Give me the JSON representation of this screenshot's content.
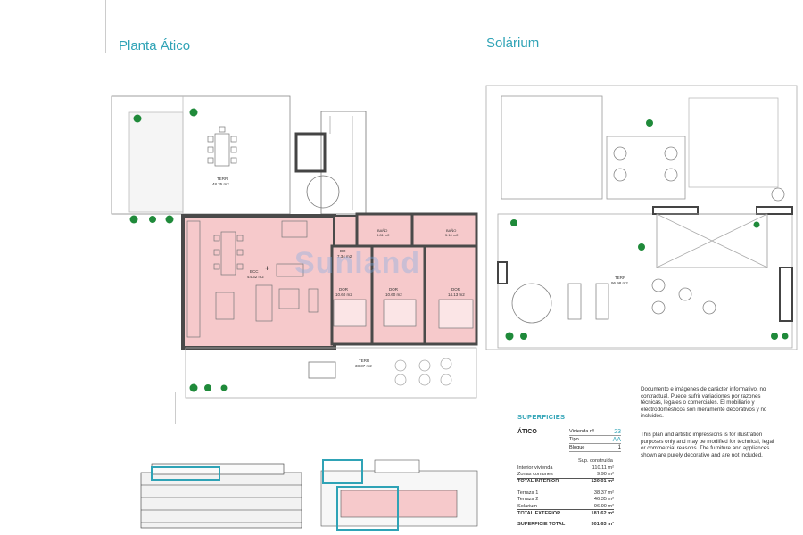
{
  "titles": {
    "left": "Planta Ático",
    "right": "Solárium"
  },
  "watermark": "Sunland",
  "rooms": {
    "terr_top": {
      "name": "TERR",
      "area": "48.35 m2"
    },
    "ecc": {
      "name": "ECC",
      "area": "44.32 m2"
    },
    "dr": {
      "name": "DR",
      "area": "7.34 m2"
    },
    "bano1": {
      "name": "BAÑO",
      "area": "3.81 m2"
    },
    "bano2": {
      "name": "BAÑO",
      "area": "5.10 m2"
    },
    "dor1": {
      "name": "DOR",
      "area": "10.60 m2"
    },
    "dor2": {
      "name": "DOR",
      "area": "10.60 m2"
    },
    "dor3": {
      "name": "DOR",
      "area": "14.13 m2"
    },
    "terr_bottom": {
      "name": "TERR",
      "area": "38.37 m2"
    },
    "terr_solarium": {
      "name": "TERR",
      "area": "96.98 m2"
    }
  },
  "disclaimer": {
    "es": "Documento e imágenes de carácter informativo, no contractual. Puede sufrir variaciones por razones técnicas, legales o comerciales. El mobiliario y electrodomésticos son meramente decorativos y no incluidos.",
    "en": "This plan and artistic impressions is for illustration purposes only and may be modified for technical, legal or commercial reasons. The furniture and appliances shown are purely decorative and are not included."
  },
  "superficies": {
    "title": "SUPERFICIES",
    "type_label": "ÁTICO",
    "vivienda_label": "Vivienda nº",
    "vivienda_value": "23",
    "tipo_label": "Tipo",
    "tipo_value": "AA",
    "bloque_label": "Bloque",
    "bloque_value": "1",
    "sup_header": "Sup. construida",
    "rows": [
      {
        "label": "Interior vivienda",
        "value": "110.11 m²"
      },
      {
        "label": "Zonas comunes",
        "value": "9.90 m²"
      },
      {
        "label": "TOTAL INTERIOR",
        "value": "120.01 m²",
        "bold": true
      },
      {
        "label": "Terraza 1",
        "value": "38.37 m²"
      },
      {
        "label": "Terraza 2",
        "value": "46.35 m²"
      },
      {
        "label": "Solarium",
        "value": "96.90 m²"
      },
      {
        "label": "TOTAL EXTERIOR",
        "value": "181.62 m²",
        "bold": true
      },
      {
        "label": "SUPERFICIE TOTAL",
        "value": "301.63 m²",
        "bold": true
      }
    ]
  },
  "colors": {
    "accent": "#2fa3b6",
    "room_fill": "#f6c9cb",
    "wall": "#4a4a4a",
    "plant": "#1f8a3a"
  }
}
